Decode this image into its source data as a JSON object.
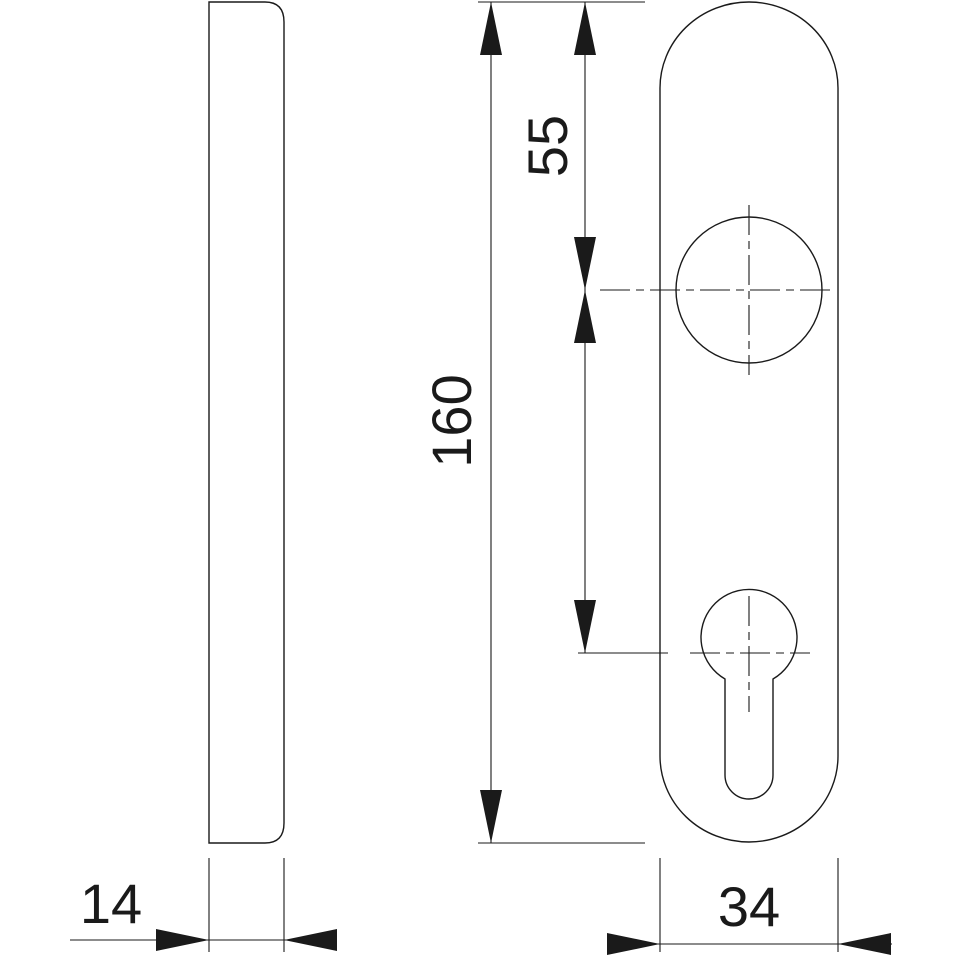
{
  "drawing": {
    "dimensions": {
      "height_total": "160",
      "spindle_offset": "55",
      "side_thickness": "14",
      "front_width": "34"
    },
    "stroke_color": "#1a1a1a",
    "background_color": "#ffffff"
  }
}
